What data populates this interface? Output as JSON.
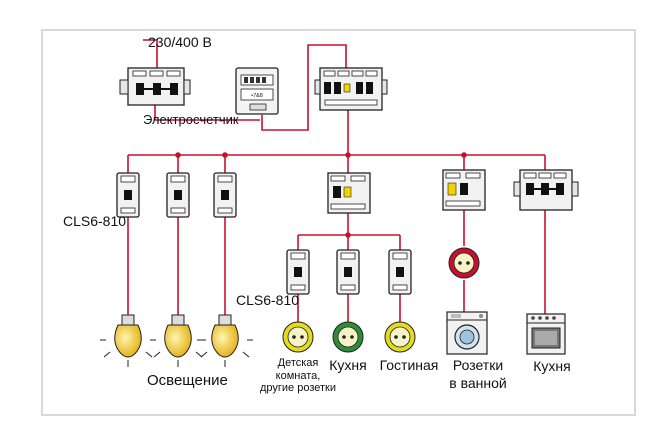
{
  "labels": {
    "supply": "230/400 В",
    "meter": "Электросчетчик",
    "meter_display": "•7&8",
    "breaker_model_left": "CLS6-810",
    "breaker_model_lower": "CLS6-810",
    "lighting": "Освещение",
    "kids_room": [
      "Детская",
      "комната,",
      "другие розетки"
    ],
    "kitchen_socket": "Кухня",
    "living_room": "Гостиная",
    "bathroom": [
      "Розетки",
      "в ванной"
    ],
    "kitchen_stove": "Кухня"
  },
  "colors": {
    "wire": "#c8102e",
    "frame": "#d9d9d9",
    "breaker_body": "#f2f2f2",
    "breaker_outline": "#222222",
    "indicator_yellow": "#f2d200",
    "socket_green": "#2e8b3a",
    "socket_yellow": "#e3dc1c",
    "socket_red": "#c8102e",
    "socket_face": "#f7f3c8",
    "lamp_glass": "#f0c419",
    "text": "#111111"
  }
}
